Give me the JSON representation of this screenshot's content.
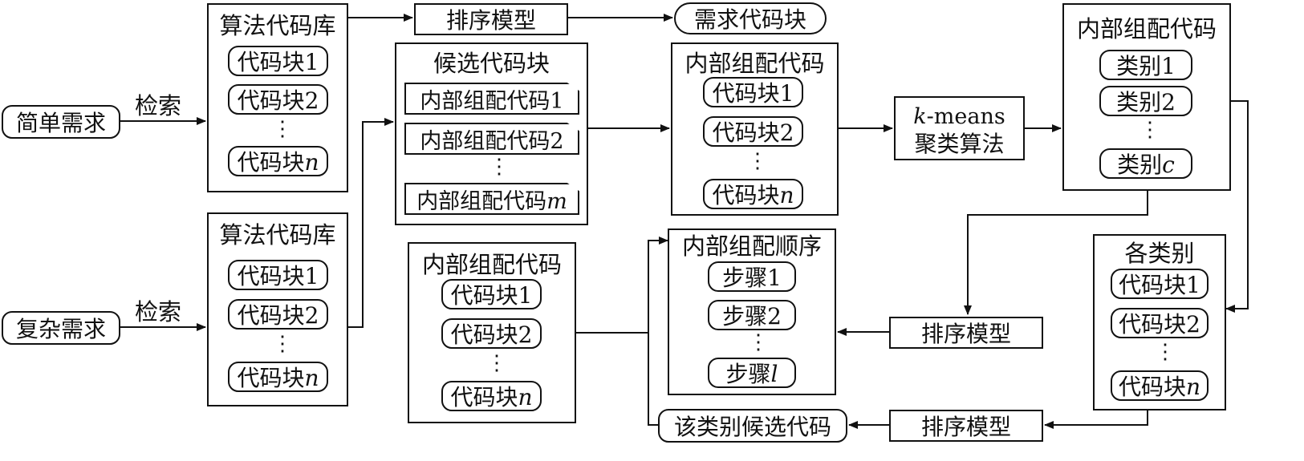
{
  "inputs": {
    "simple": "简单需求",
    "complex": "复杂需求",
    "retrieve_label_1": "检索",
    "retrieve_label_2": "检索"
  },
  "library_top": {
    "title": "算法代码库",
    "items": [
      "代码块1",
      "代码块2",
      "代码块n"
    ],
    "ellipsis": "⋮"
  },
  "library_bottom": {
    "title": "算法代码库",
    "items": [
      "代码块1",
      "代码块2",
      "代码块n"
    ],
    "ellipsis": "⋮"
  },
  "rank_top": "排序模型",
  "demand_block": "需求代码块",
  "candidate": {
    "title": "候选代码块",
    "items": [
      "内部组配代码1",
      "内部组配代码2",
      "内部组配代码m"
    ],
    "ellipsis": "⋮"
  },
  "internal_mid": {
    "title": "内部组配代码",
    "items": [
      "代码块1",
      "代码块2",
      "代码块n"
    ],
    "ellipsis": "⋮"
  },
  "kmeans": {
    "line1_italic": "k",
    "line1_rest": "-means",
    "line2": "聚类算法"
  },
  "categories": {
    "title": "内部组配代码",
    "items": [
      "类别1",
      "类别2",
      "类别c"
    ],
    "ellipsis": "⋮"
  },
  "each_category": {
    "title": "各类别",
    "items": [
      "代码块1",
      "代码块2",
      "代码块n"
    ],
    "ellipsis": "⋮"
  },
  "rank_mid": "排序模型",
  "rank_bottom": "排序模型",
  "order": {
    "title": "内部组配顺序",
    "items": [
      "步骤1",
      "步骤2",
      "步骤l"
    ],
    "ellipsis": "⋮"
  },
  "internal_bottom": {
    "title": "内部组配代码",
    "items": [
      "代码块1",
      "代码块2",
      "代码块n"
    ],
    "ellipsis": "⋮"
  },
  "category_candidate": "该类别候选代码"
}
